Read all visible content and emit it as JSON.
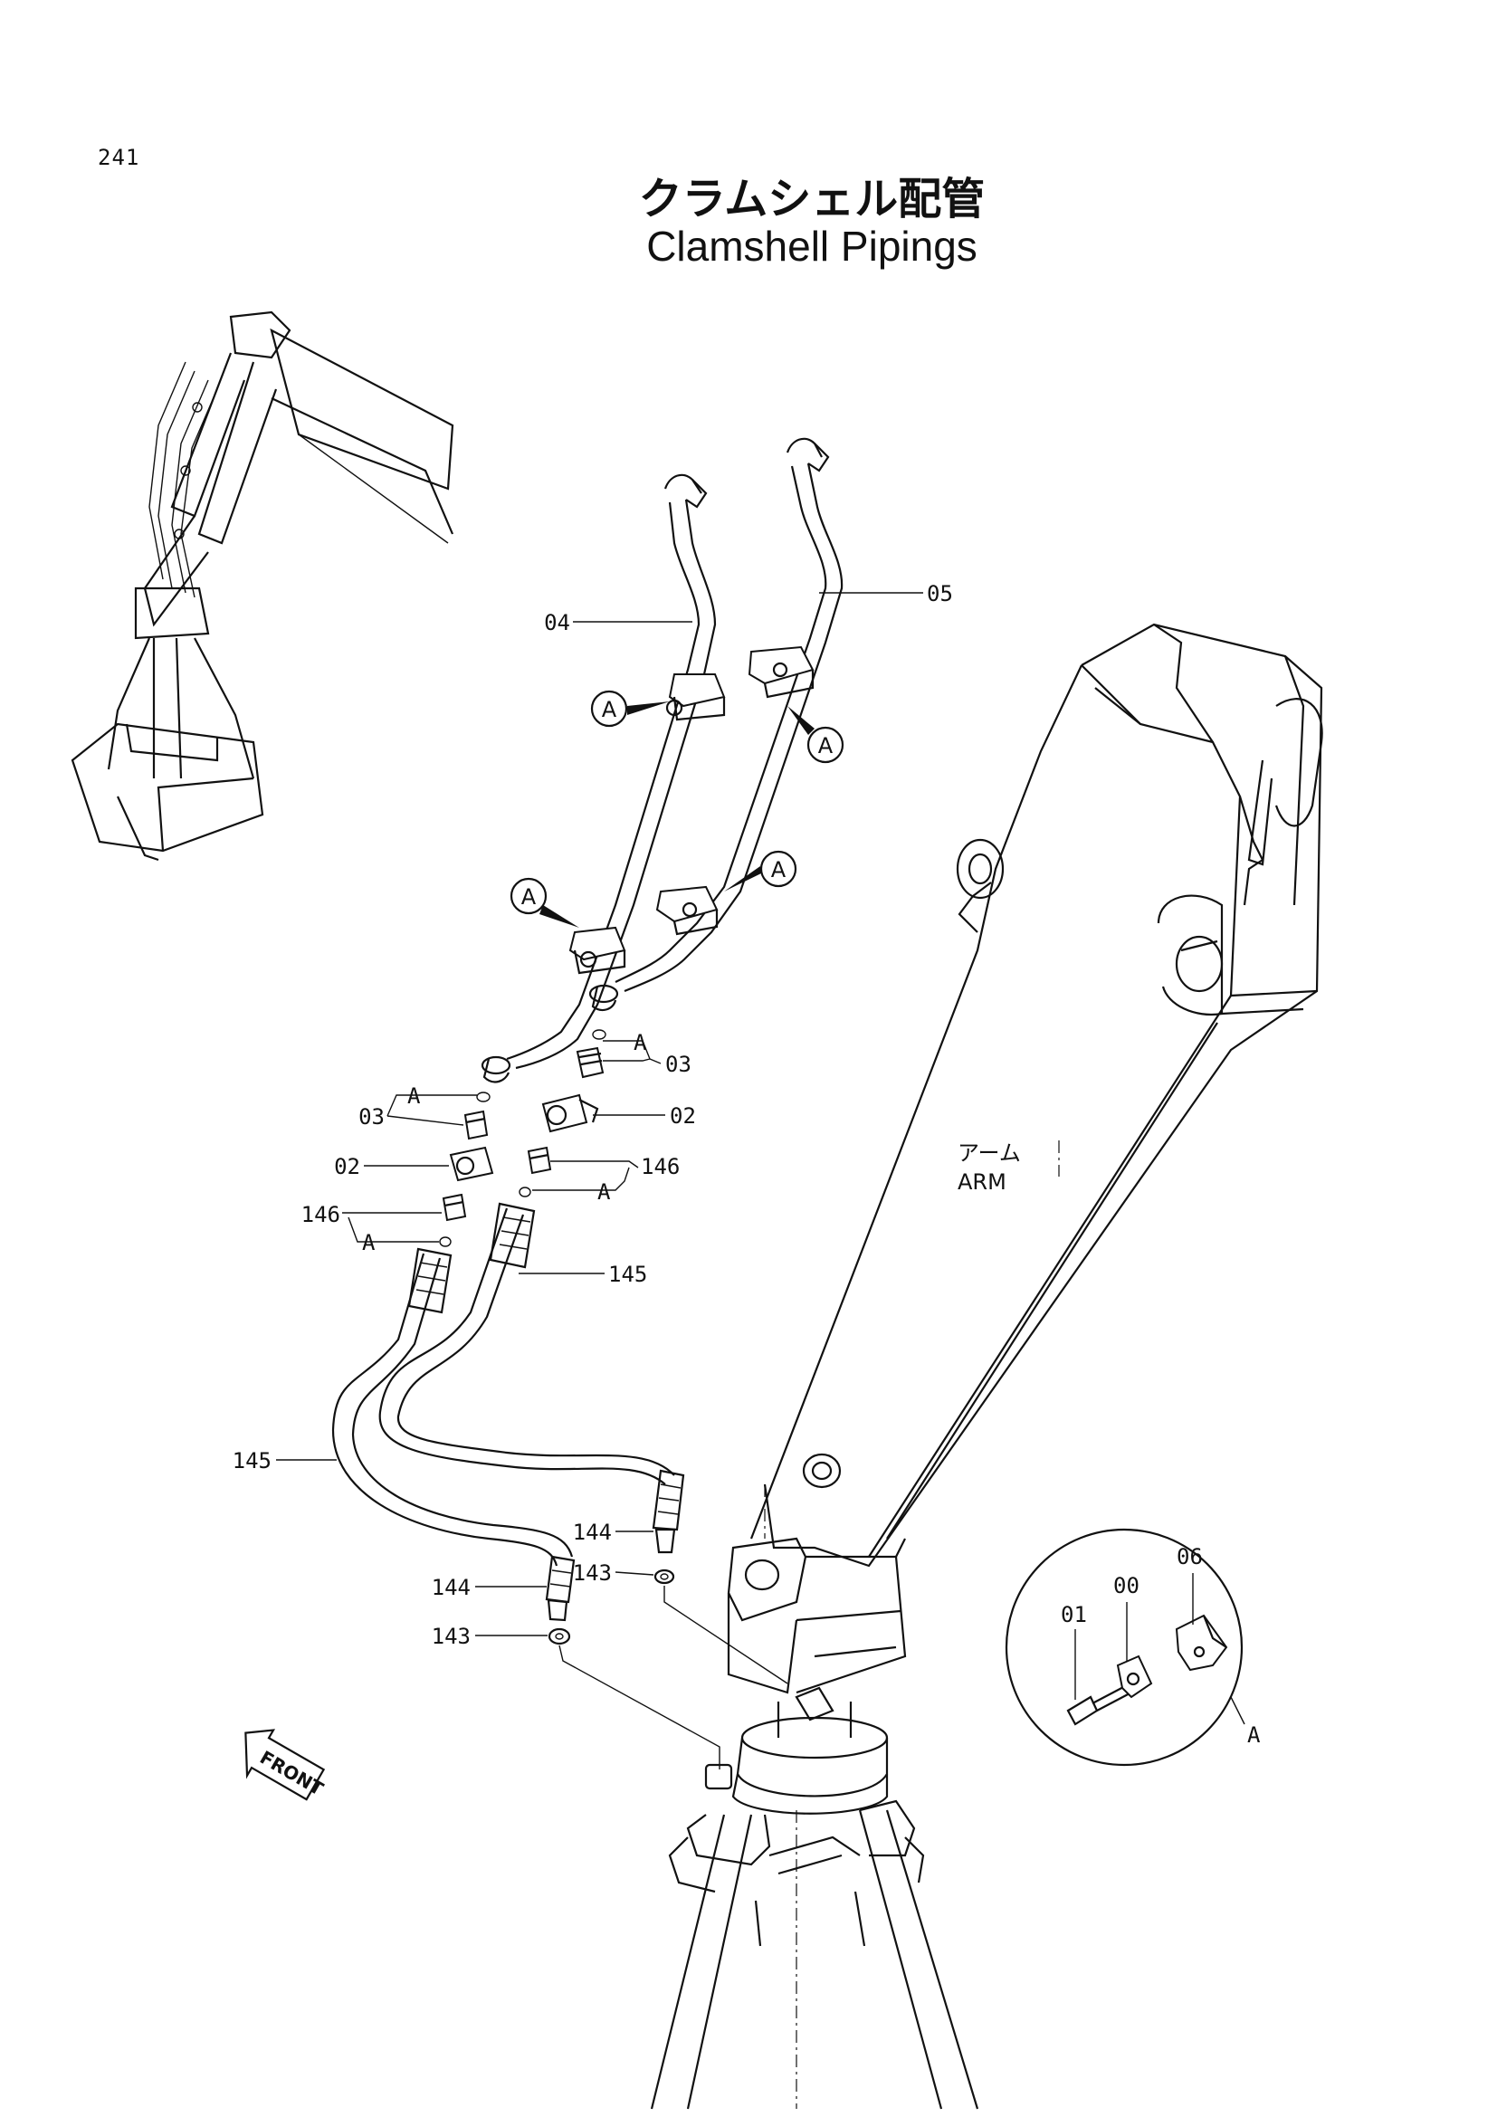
{
  "page_number": "241",
  "title_jp": "クラムシェル配管",
  "title_en": "Clamshell Pipings",
  "labels": {
    "p04": "04",
    "p05": "05",
    "p03_right": "03",
    "p02_right": "02",
    "p146_right": "146",
    "p03_left": "03",
    "p02_left": "02",
    "p146_left": "146",
    "p145_right": "145",
    "p145_left": "145",
    "p144_right": "144",
    "p143_right": "143",
    "p144_left": "144",
    "p143_left": "143",
    "detail_01": "01",
    "detail_00": "00",
    "detail_06": "06",
    "detail_A": "A",
    "ref_A": "A"
  },
  "callout_letter": "A",
  "arm_label_jp": "アーム",
  "arm_label_en": "ARM",
  "front_label": "FRONT"
}
